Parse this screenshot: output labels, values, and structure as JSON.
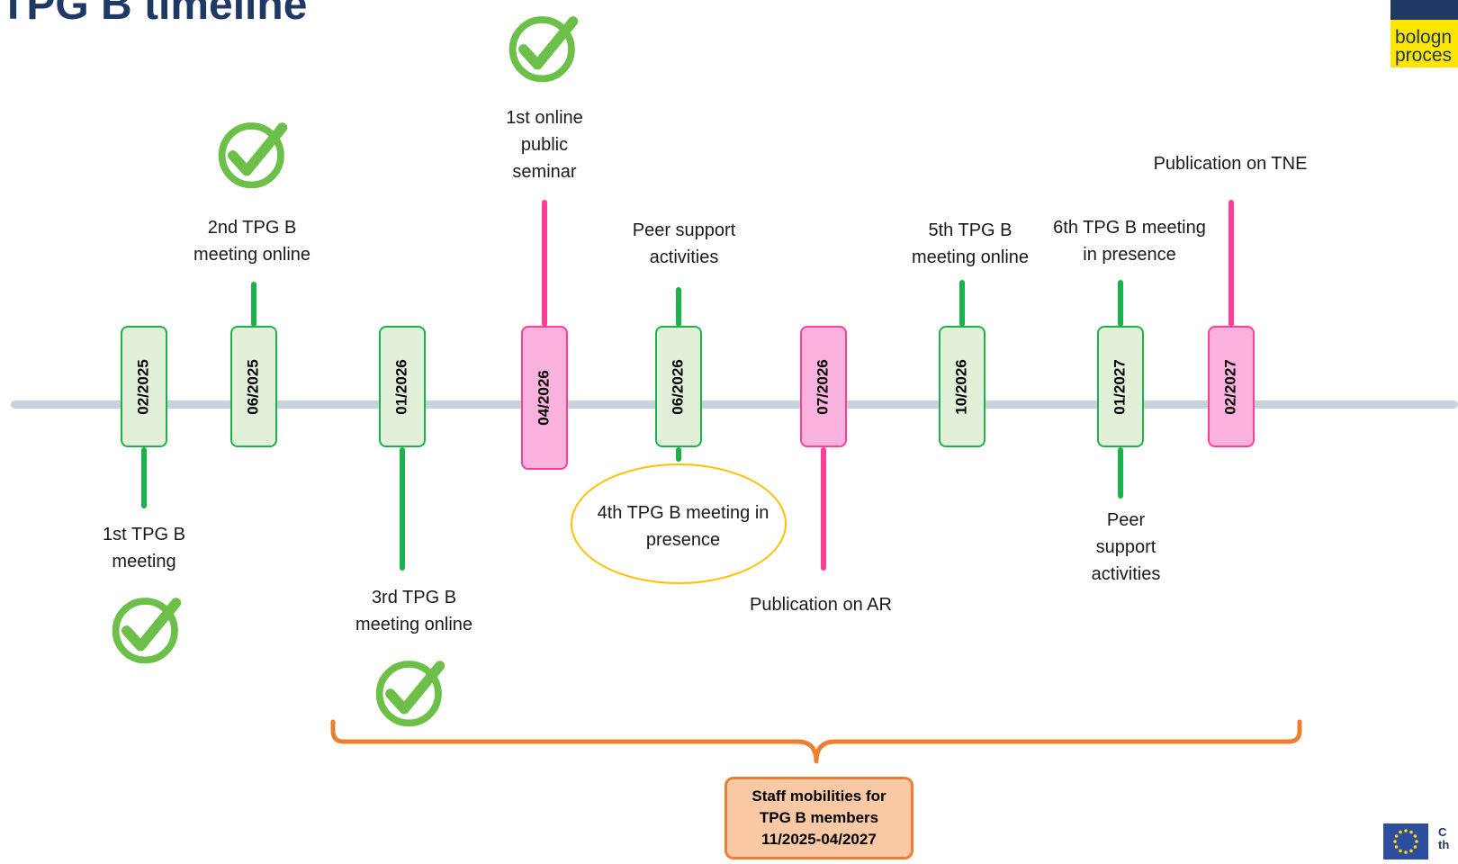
{
  "title": "TPG B timeline",
  "logo": {
    "line1": "bologn",
    "line2": "proces"
  },
  "eu": {
    "line1": "C",
    "line2": "th"
  },
  "colors": {
    "done": "#1db14b",
    "publication": "#ff3f97",
    "axis": "#c4d3dd",
    "title": "#1f3864",
    "highlight": "#ffc000",
    "mobility": "#ed7d31"
  },
  "milestones": [
    {
      "date": "02/2025",
      "label": "1st TPG B meeting",
      "position": "below",
      "status": "completed",
      "type": "meeting"
    },
    {
      "date": "06/2025",
      "label": "2nd TPG B meeting online",
      "position": "above",
      "status": "completed",
      "type": "meeting"
    },
    {
      "date": "01/2026",
      "label": "3rd TPG B meeting online",
      "position": "below",
      "status": "completed",
      "type": "meeting"
    },
    {
      "date": "04/2026",
      "label": "1st online public seminar",
      "position": "above",
      "status": "completed",
      "type": "publication"
    },
    {
      "date": "06/2026",
      "label": "Peer support activities",
      "position": "above",
      "status": "planned",
      "type": "activity"
    },
    {
      "date": "06/2026",
      "label": "4th TPG B meeting in presence",
      "position": "below",
      "status": "planned",
      "type": "meeting",
      "highlighted": true
    },
    {
      "date": "07/2026",
      "label": "Publication on AR",
      "position": "below",
      "status": "planned",
      "type": "publication"
    },
    {
      "date": "10/2026",
      "label": "5th TPG B meeting online",
      "position": "above",
      "status": "planned",
      "type": "meeting"
    },
    {
      "date": "01/2027",
      "label": "6th TPG B meeting in presence",
      "position": "above",
      "status": "planned",
      "type": "meeting"
    },
    {
      "date": "01/2027",
      "label": "Peer support activities",
      "position": "below",
      "status": "planned",
      "type": "activity"
    },
    {
      "date": "02/2027",
      "label": "Publication on TNE",
      "position": "above",
      "status": "planned",
      "type": "publication"
    }
  ],
  "staff_mobility": {
    "line1": "Staff mobilities for",
    "line2": "TPG B members",
    "line3": "11/2025-04/2027"
  }
}
